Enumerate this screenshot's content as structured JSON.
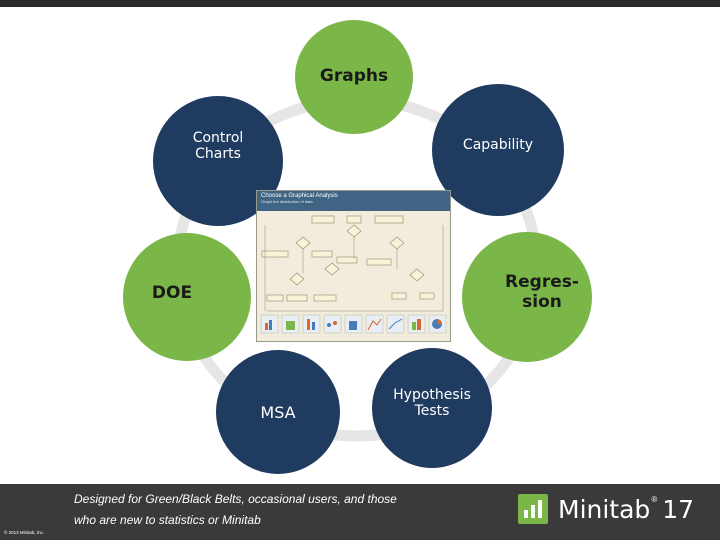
{
  "diagram": {
    "nodes": [
      {
        "id": "graphs",
        "label": "Graphs",
        "color": "#7ab648"
      },
      {
        "id": "control-charts",
        "label": "Control Charts",
        "color": "#1f3b5f"
      },
      {
        "id": "capability",
        "label": "Capability",
        "color": "#1f3b5f"
      },
      {
        "id": "doe",
        "label": "DOE",
        "color": "#7ab648"
      },
      {
        "id": "regression",
        "label": "Regres-\nsion",
        "color": "#7ab648"
      },
      {
        "id": "msa",
        "label": "MSA",
        "color": "#1f3b5f"
      },
      {
        "id": "hypothesis-tests",
        "label": "Hypothesis Tests",
        "color": "#1f3b5f"
      }
    ],
    "ring_color": "#e6e6e6"
  },
  "flowchart": {
    "title": "Choose a Graphical Analysis",
    "subtitle": "Graph the distribution of data"
  },
  "footer": {
    "tagline_line1": "Designed for Green/Black Belts, occasional users, and those",
    "tagline_line2": "who are new to statistics or Minitab",
    "copyright": "© 2013 Minitab, Inc."
  },
  "logo": {
    "word": "Minitab",
    "reg": "®",
    "version": "17"
  },
  "colors": {
    "green": "#7ab648",
    "navy": "#1f3b5f",
    "footer_bg": "#3a3a3a"
  }
}
